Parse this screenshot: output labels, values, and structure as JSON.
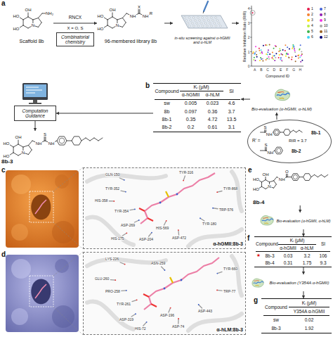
{
  "diagram": {
    "nodes": [
      {
        "text": [
          "Scaffold 8b"
        ]
      },
      {
        "text": [
          "Combinatorial chemistry"
        ]
      },
      {
        "text": [
          "96-membered library 8b"
        ]
      },
      {
        "text": [
          "in-situ screening against α-hGMII and α-hLM"
        ]
      },
      {
        "text": [
          "Relative Inhibition Ratio (RIR)",
          "Compound ID"
        ]
      },
      {
        "text": [
          "Compound",
          "Kᵢ (μM)",
          "SI",
          "α-hGMII",
          "α-hLM",
          "sw",
          "0.005",
          "0.023",
          "4.6",
          "8b",
          "0.097",
          "0.36",
          "3.7",
          "8b-1",
          "0.35",
          "4.72",
          "13.5",
          "8b-2",
          "0.2",
          "0.61",
          "3.1"
        ]
      },
      {
        "text": [
          "Bio-evaluation (α-hGMII, α-hLM)"
        ]
      },
      {
        "text": [
          "Computation Guidance"
        ]
      },
      {
        "text": [
          "R' =",
          "8b-1",
          "RIR = 3.7",
          "8b-2"
        ]
      },
      {
        "text": [
          "8b-3"
        ]
      },
      {
        "text": [
          "α-hGMII:8b-3"
        ]
      },
      {
        "text": [
          "α-hLM:8b-3"
        ]
      },
      {
        "text": [
          "8b-4"
        ]
      },
      {
        "text": [
          "Bio-evaluation (α-hGMII, α-hLM)"
        ]
      },
      {
        "text": [
          "Compound",
          "Kᵢ (μM)",
          "SI",
          "α-hGMII",
          "α-hLM",
          "★",
          "8b-3",
          "0.03",
          "3.2",
          "106",
          "8b-4",
          "0.31",
          "1.75",
          "9.3"
        ]
      },
      {
        "text": [
          "Bio-evaluation (Y354A α-hGMII)"
        ]
      },
      {
        "text": [
          "Compound",
          "Kᵢ (μM)",
          "Y354A α-hGMII",
          "sw",
          "0.02",
          "8b-3",
          "1.92"
        ]
      }
    ],
    "edges": [
      {
        "from": 0,
        "to": 2,
        "arrow": "to"
      },
      {
        "from": 2,
        "to": 3,
        "arrow": "to"
      },
      {
        "from": 3,
        "to": 4,
        "arrow": "to"
      },
      {
        "from": 8,
        "to": 6,
        "arrow": "to"
      },
      {
        "from": 6,
        "to": 5,
        "arrow": "to"
      },
      {
        "from": 5,
        "to": 7,
        "arrow": "to"
      },
      {
        "from": 7,
        "to": 9,
        "arrow": "to"
      },
      {
        "from": 12,
        "to": 13,
        "arrow": "to"
      },
      {
        "from": 13,
        "to": 14,
        "arrow": "to"
      },
      {
        "from": 14,
        "to": 15,
        "arrow": "to"
      },
      {
        "from": 15,
        "to": 16,
        "arrow": "to"
      }
    ],
    "labels": [
      "a",
      "b",
      "c",
      "d",
      "e",
      "f",
      "g",
      "RNCX",
      "X = O, S",
      "0",
      "1",
      "2",
      "3",
      "4",
      "A",
      "B",
      "C",
      "D",
      "E",
      "F",
      "G",
      "H",
      "OH",
      "HO",
      "HO",
      "N",
      "NH₂",
      "OH",
      "HO",
      "HO",
      "N",
      "NH",
      "X",
      "NH",
      "R",
      "OH",
      "HO",
      "HO",
      "N",
      "NH",
      "S",
      "NH",
      "OH",
      "HO",
      "HO",
      "N",
      "NH",
      "O",
      "S",
      "NH",
      "S",
      "NH",
      "GLN-150",
      "TYR-316",
      "TYR-352",
      "HIS-358",
      "TYR-354",
      "TYR-868",
      "ASP-269",
      "HIS-569",
      "TRP-576",
      "HIS-175",
      "ASP-204",
      "ASP-472",
      "TYR-180",
      "LYS-226",
      "ASN-259",
      "GLU-260",
      "PRO-258",
      "TYR-261",
      "ASP-319",
      "ASP-196",
      "HIS-72",
      "ASP-74",
      "TYR-660",
      "TRP-77",
      "ASP-443"
    ],
    "legend": [
      {
        "text": "1",
        "color": "#e6194b"
      },
      {
        "text": "2",
        "color": "#f58231"
      },
      {
        "text": "3",
        "color": "#ffe119"
      },
      {
        "text": "4",
        "color": "#bfef45"
      },
      {
        "text": "5",
        "color": "#3cb44b"
      },
      {
        "text": "6",
        "color": "#42d4f4"
      },
      {
        "text": "7",
        "color": "#4363d8"
      },
      {
        "text": "8",
        "color": "#911eb4"
      },
      {
        "text": "9",
        "color": "#f032e6"
      },
      {
        "text": "10",
        "color": "#a9a9a9"
      },
      {
        "text": "11",
        "color": "#9a6324"
      },
      {
        "text": "12",
        "color": "#000075"
      }
    ]
  }
}
